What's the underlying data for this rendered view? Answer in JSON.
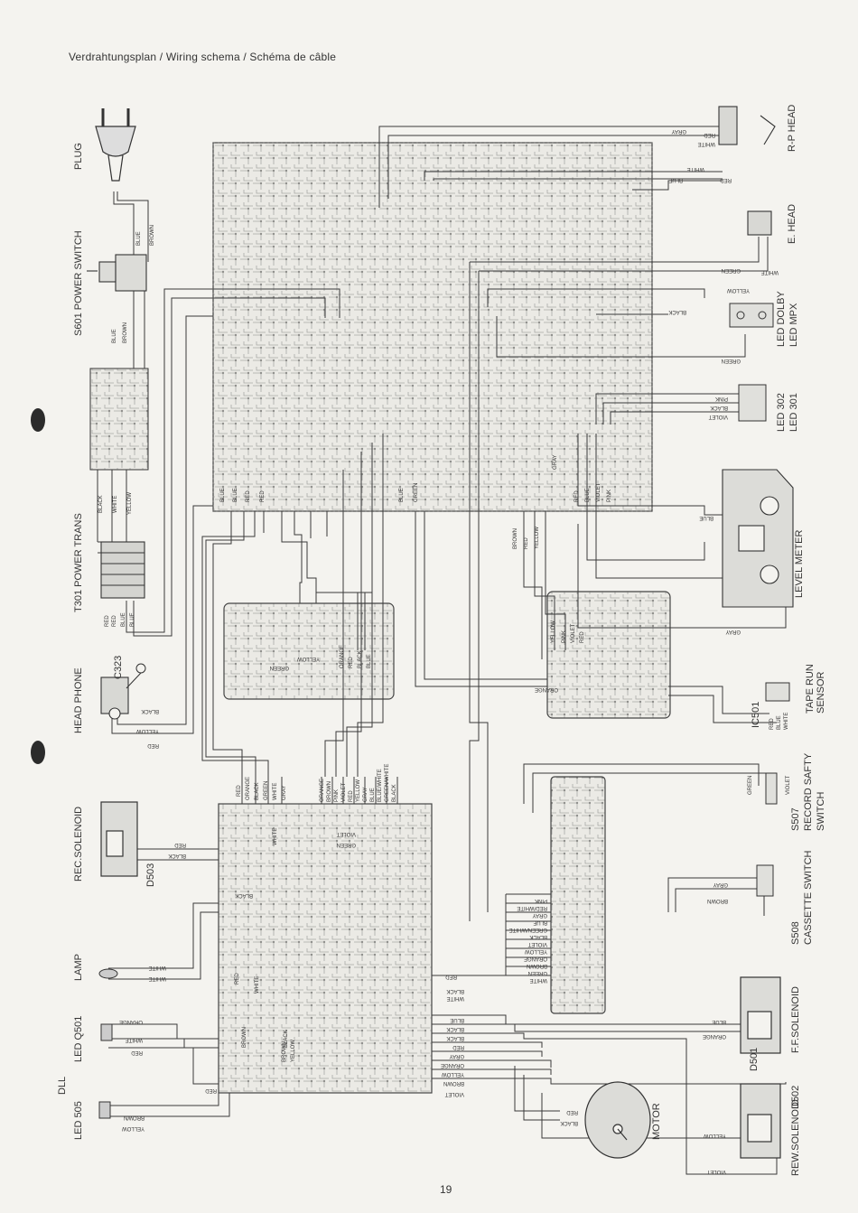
{
  "title": "Verdrahtungsplan / Wiring schema / Schéma de câble",
  "page_number": "19",
  "components": {
    "plug": "PLUG",
    "power_switch": "S601 POWER SWITCH",
    "power_trans": "T301 POWER TRANS",
    "head_phone": "HEAD PHONE",
    "c323": "C323",
    "rec_solenoid": "REC.SOLENOID",
    "d503": "D503",
    "lamp": "LAMP",
    "led_q501": "LED Q501",
    "dll": "DLL",
    "led_505": "LED 505",
    "rp_head": "R-P HEAD",
    "e_head": "E. HEAD",
    "led_dolby": "LED DOLBY",
    "led_mpx": "LED MPX",
    "led_302": "LED 302",
    "led_301": "LED 301",
    "level_meter": "LEVEL METER",
    "ic501": "IC501",
    "tape_run_sensor_1": "TAPE RUN",
    "tape_run_sensor_2": "SENSOR",
    "s507": "S507",
    "record_safty_1": "RECORD SAFTY",
    "record_safty_2": "SWITCH",
    "s508": "S508",
    "cassette_switch": "CASSETTE SWITCH",
    "ff_solenoid": "F.F.SOLENOID",
    "d501": "D501",
    "d502": "D502",
    "rew_solenoid": "REW.SOLENOID",
    "motor": "MOTOR"
  },
  "wires": {
    "blue": "BLUE",
    "brown": "BROWN",
    "black": "BLACK",
    "white": "WHITE",
    "yellow": "YELLOW",
    "red": "RED",
    "gray": "GRAY",
    "green": "GREEN",
    "orange": "ORANGE",
    "pink": "PINK",
    "violet": "VIOLET",
    "green_white": "GREEN/WHITE",
    "blue_white": "BLUE/WHITE",
    "red_white": "RED/WHITE"
  },
  "colors": {
    "ink": "#3a3a3a",
    "board_fill": "#e9e8e3",
    "trace": "#9a9a9a",
    "paper": "#f4f3ef"
  }
}
